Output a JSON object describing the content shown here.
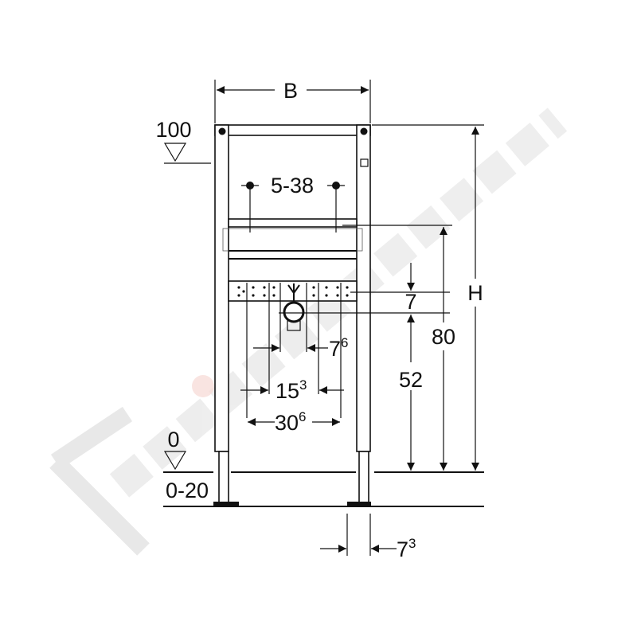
{
  "drawing": {
    "width_label": "B",
    "height_label": "H",
    "level_top": "100",
    "level_zero": "0",
    "floor_range": "0-20",
    "hole_spacing": "5-38",
    "dim_80": "80",
    "dim_52": "52",
    "dim_7": "7",
    "dim_7_6": {
      "base": "7",
      "sup": "6"
    },
    "dim_15_3": {
      "base": "15",
      "sup": "3"
    },
    "dim_30_6": {
      "base": "30",
      "sup": "6"
    },
    "dim_7_3": {
      "base": "7",
      "sup": "3"
    }
  },
  "colors": {
    "line": "#111111",
    "watermark": "#e6e6e6",
    "watermark_accent": "#f7d6d0"
  }
}
